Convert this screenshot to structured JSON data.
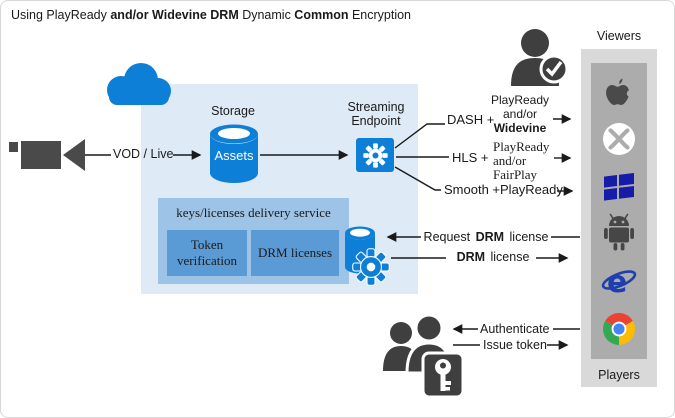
{
  "title": {
    "p1": "Using PlayReady ",
    "p2": "and/or Widevine DRM ",
    "p3": "Dynamic ",
    "p4": "Common ",
    "p5": "Encryption"
  },
  "source": {
    "vod_live": "VOD / Live"
  },
  "storage": {
    "label": "Storage",
    "asset": "Assets"
  },
  "endpoint": {
    "line1": "Streaming",
    "line2": "Endpoint"
  },
  "keys_service": {
    "title": "keys/licenses delivery service",
    "token_box": {
      "line1": "Token",
      "line2": "verification"
    },
    "drm_box": "DRM licenses"
  },
  "streams": {
    "dash": {
      "prefix": "DASH +",
      "lines": [
        "PlayReady",
        "and/or",
        "Widevine"
      ]
    },
    "hls": {
      "prefix": "HLS +",
      "lines": [
        "PlayReady",
        "and/or",
        "FairPlay"
      ]
    },
    "smooth": {
      "label": "Smooth +PlayReady"
    }
  },
  "license_flow": {
    "request": {
      "p1": "Request ",
      "p2": "DRM",
      "p3": " license"
    },
    "deliver": {
      "p1": "DRM",
      "p2": " license"
    }
  },
  "auth_flow": {
    "authenticate": "Authenticate",
    "issue_token": "Issue token"
  },
  "viewers_bar": {
    "top_label": "Viewers",
    "bottom_label": "Players",
    "icons": [
      "apple",
      "xbox",
      "windows",
      "android",
      "internet-explorer",
      "chrome"
    ]
  },
  "colors": {
    "azure": "#0E7FD6",
    "panel": "#DEEAF6",
    "service_box": "#9DC3E6",
    "inner_box": "#5B9BD5",
    "bar_outer": "#D9D9D9",
    "bar_inner": "#ACACAC",
    "icon_dark": "#454545",
    "windows_blue": "#171CA8",
    "ie_blue": "#1F3FAF",
    "chrome_red": "#EA4335",
    "chrome_yellow": "#FBBC05",
    "chrome_green": "#34A853",
    "chrome_blue": "#4285F4",
    "line": "#1a1a1a"
  }
}
